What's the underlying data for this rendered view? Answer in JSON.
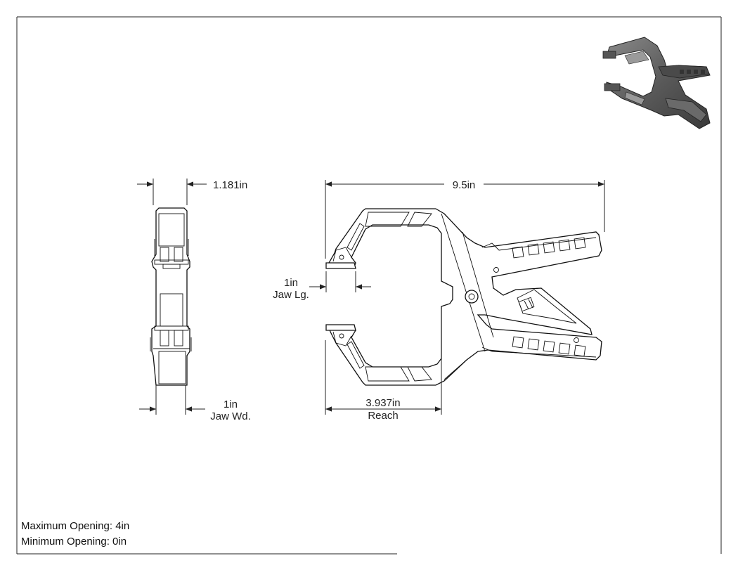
{
  "dimensions": {
    "side_width": "1.181in",
    "overall_length": "9.5in",
    "jaw_length_value": "1in",
    "jaw_length_label": "Jaw Lg.",
    "jaw_width_value": "1in",
    "jaw_width_label": "Jaw Wd.",
    "reach_value": "3.937in",
    "reach_label": "Reach"
  },
  "specs": {
    "max_opening": "Maximum Opening: 4in",
    "min_opening": "Minimum Opening: 0in"
  }
}
